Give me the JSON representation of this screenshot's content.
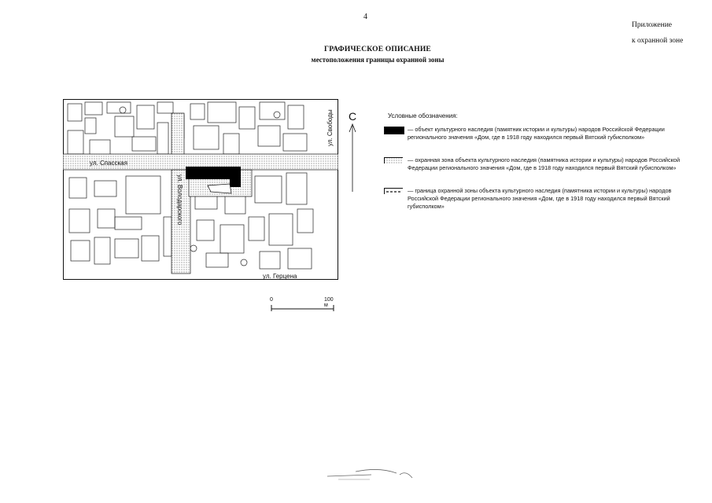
{
  "page_number": "4",
  "appendix": {
    "line1": "Приложение",
    "line2": "к охранной зоне"
  },
  "title": "ГРАФИЧЕСКОЕ ОПИСАНИЕ",
  "subtitle": "местоположения границы охранной зоны",
  "north_label": "С",
  "streets": {
    "svobody": "ул. Свободы",
    "spasskaya": "ул. Спасская",
    "volodarskogo": "ул. Володарского",
    "gertsena": "ул. Герцена"
  },
  "legend": {
    "heading": "Условные обозначения:",
    "items": [
      {
        "text": "— объект культурного наследия (памятник истории и культуры) народов Российской Федерации регионального значения «Дом, где в 1918 году находился первый Вятский губисполком»",
        "icon": "solid-black-swatch"
      },
      {
        "text": "— охранная зона объекта культурного наследия (памятника истории и культуры) народов Российской Федерации регионального значения «Дом, где в 1918 году находился первый Вятский губисполком»",
        "icon": "dotted-hatch-swatch"
      },
      {
        "text": "— граница охранной зоны объекта культурного наследия (памятника истории и культуры) народов Российской Федерации регионального значения «Дом, где в 1918 году находился первый Вятский губисполком»",
        "icon": "dashed-border-swatch"
      }
    ]
  },
  "scale": {
    "start": "0",
    "end": "100 м"
  },
  "colors": {
    "object": "#000000",
    "ink": "#111111"
  }
}
